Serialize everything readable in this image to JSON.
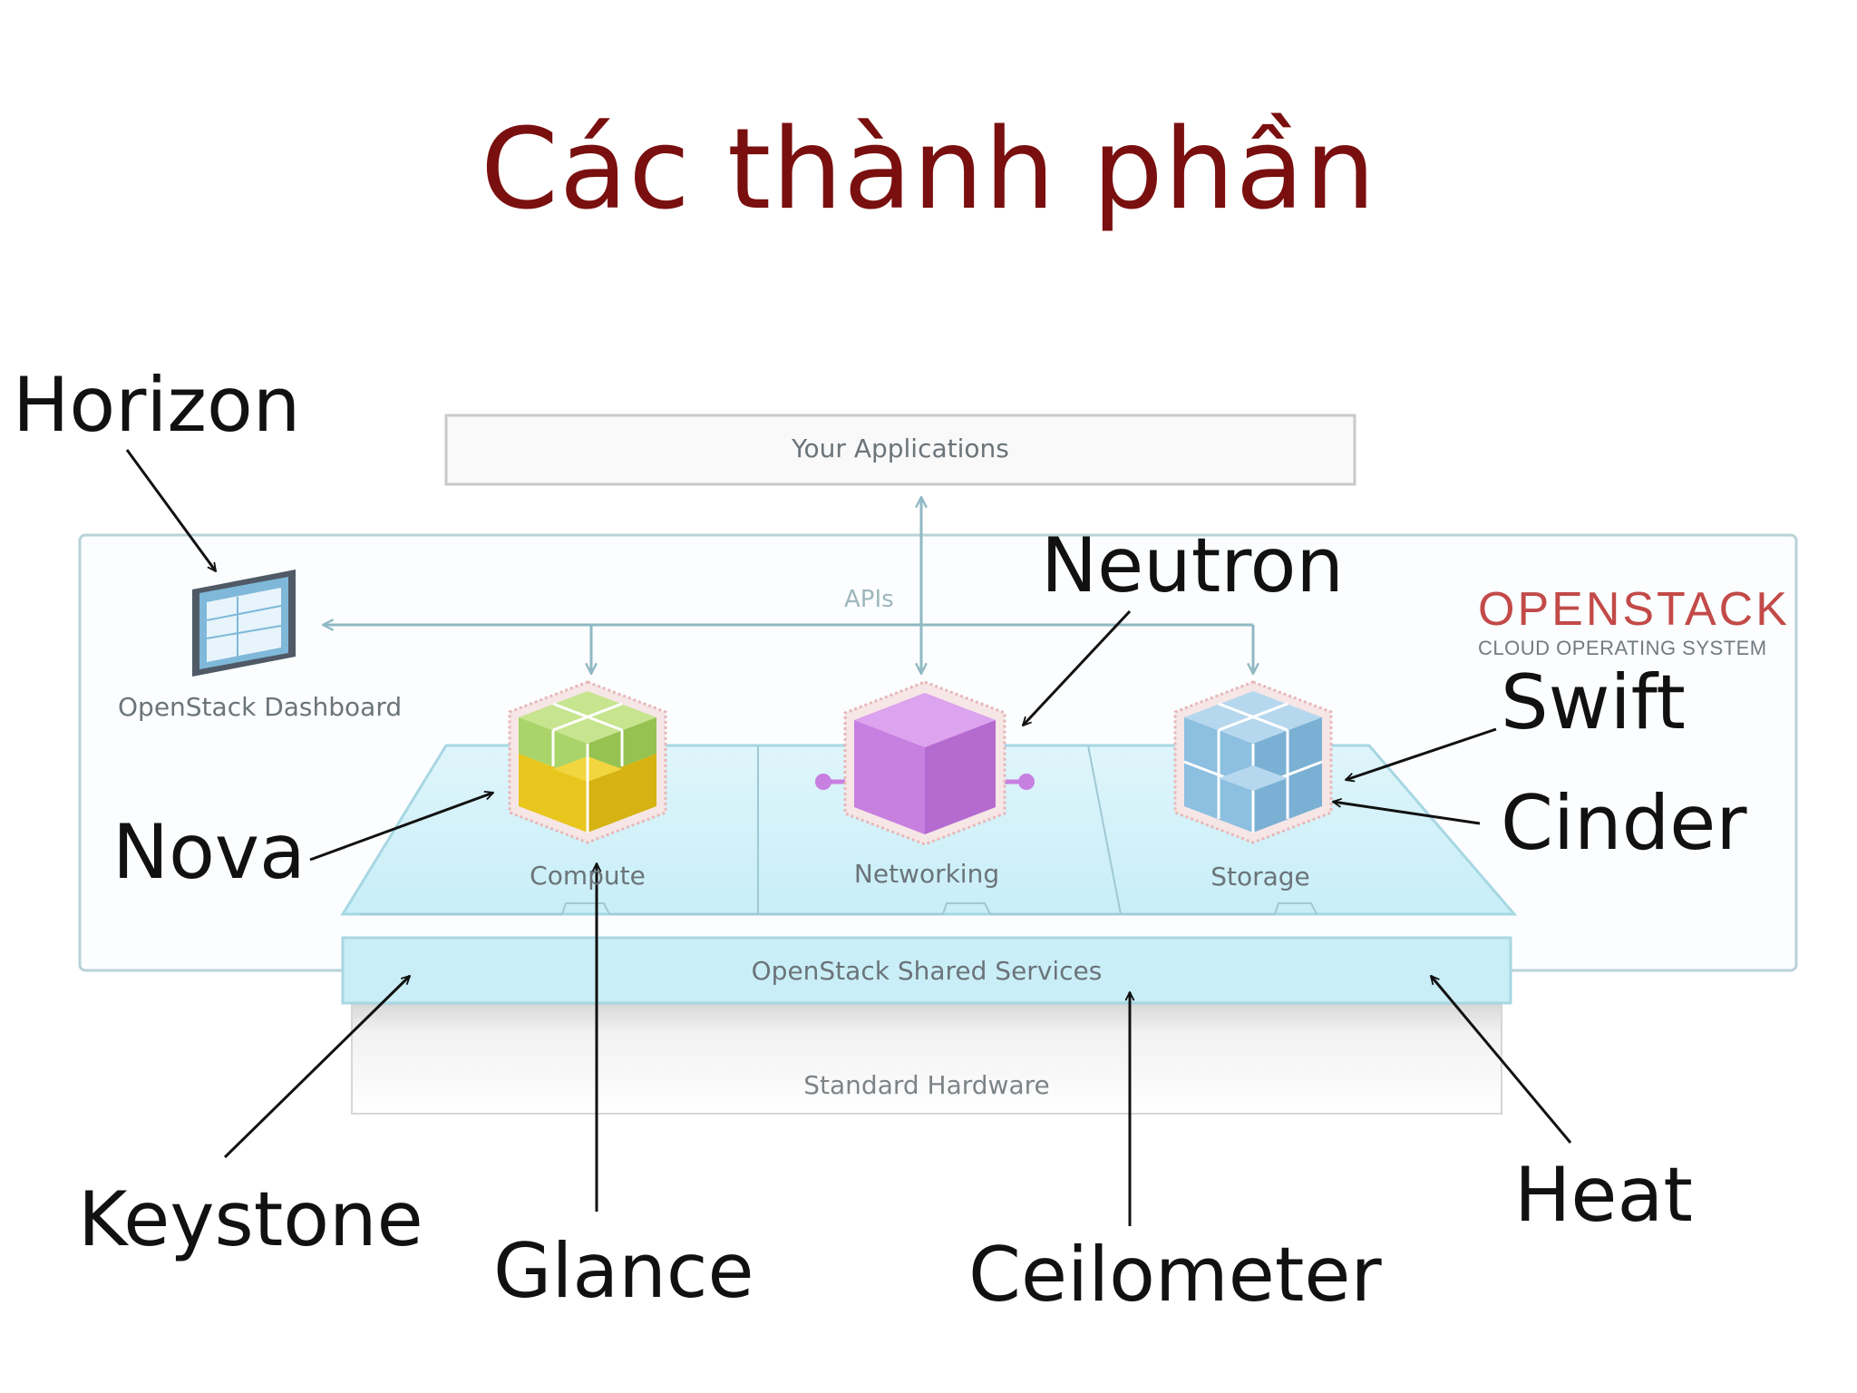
{
  "title": "Các thành phần",
  "diagram": {
    "your_applications": "Your Applications",
    "apis": "APIs",
    "dashboard": "OpenStack Dashboard",
    "compute": "Compute",
    "networking": "Networking",
    "storage": "Storage",
    "shared_services": "OpenStack Shared Services",
    "standard_hardware": "Standard Hardware",
    "brand": {
      "name": "OPENSTACK",
      "tagline": "CLOUD OPERATING SYSTEM"
    }
  },
  "callouts": {
    "horizon": "Horizon",
    "neutron": "Neutron",
    "swift": "Swift",
    "cinder": "Cinder",
    "nova": "Nova",
    "keystone": "Keystone",
    "glance": "Glance",
    "ceilometer": "Ceilometer",
    "heat": "Heat"
  },
  "colors": {
    "title": "#7a0f0f",
    "compute_top": "#a9d46a",
    "compute_bottom": "#e3c21c",
    "networking": "#c77fe0",
    "storage": "#8cbfe0",
    "shared_services": "#c9eef7",
    "brand": "#c24a48"
  }
}
